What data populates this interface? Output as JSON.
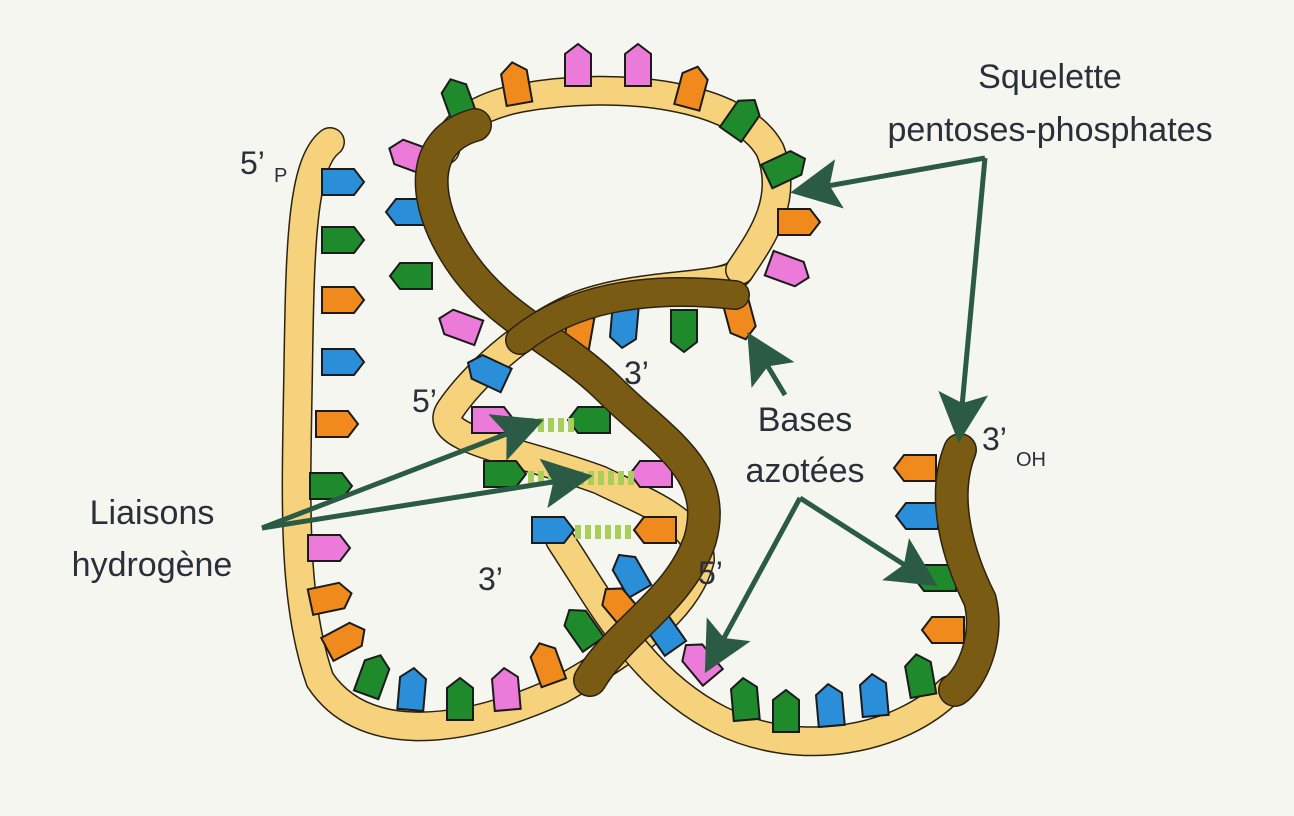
{
  "labels": {
    "squelette_line1": "Squelette",
    "squelette_line2": "pentoses-phosphates",
    "bases_line1": "Bases",
    "bases_line2": "azotées",
    "liaisons_line1": "Liaisons",
    "liaisons_line2": "hydrogène",
    "five_p_main": "5’",
    "five_p_sub": "P",
    "three_oh_main": "3’",
    "three_oh_sub": "OH",
    "end_5_inner": "5’",
    "end_3_inner": "3’",
    "end_3_lower": "3’",
    "end_5_lower": "5’"
  },
  "colors": {
    "background": "#f4f6ef",
    "backbone_light": "#f6d27c",
    "backbone_dark": "#7a5b14",
    "outline": "#2b2210",
    "arrow": "#2b5a45",
    "hbond": "#a9cf5a",
    "base_green": "#1f8a2c",
    "base_orange": "#f08a1c",
    "base_pink": "#ec7ad8",
    "base_blue": "#2a8fd8"
  },
  "base_types": [
    "green",
    "orange",
    "pink",
    "blue"
  ]
}
